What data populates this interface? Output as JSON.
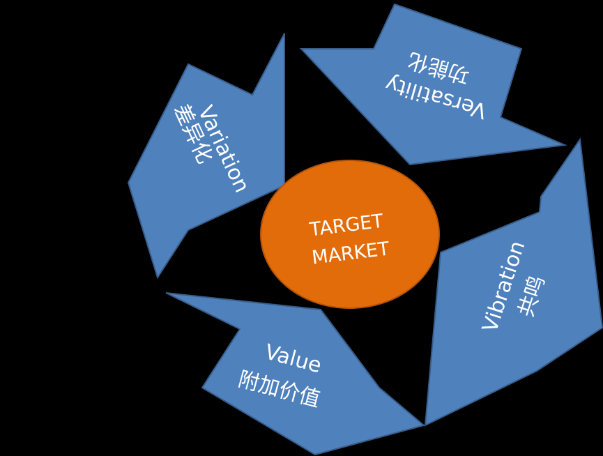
{
  "diagram": {
    "center": {
      "line1": "TARGET",
      "line2": "MARKET",
      "color": "#e36c0a"
    },
    "arrow_color": "#4f81bd",
    "arrows": [
      {
        "id": "variation",
        "en": "Variation",
        "zh": "差异化"
      },
      {
        "id": "versatility",
        "en": "Versatility",
        "zh": "功能化"
      },
      {
        "id": "vibration",
        "en": "Vibration",
        "zh": "共鸣"
      },
      {
        "id": "value",
        "en": "Value",
        "zh": "附加价值"
      }
    ]
  }
}
